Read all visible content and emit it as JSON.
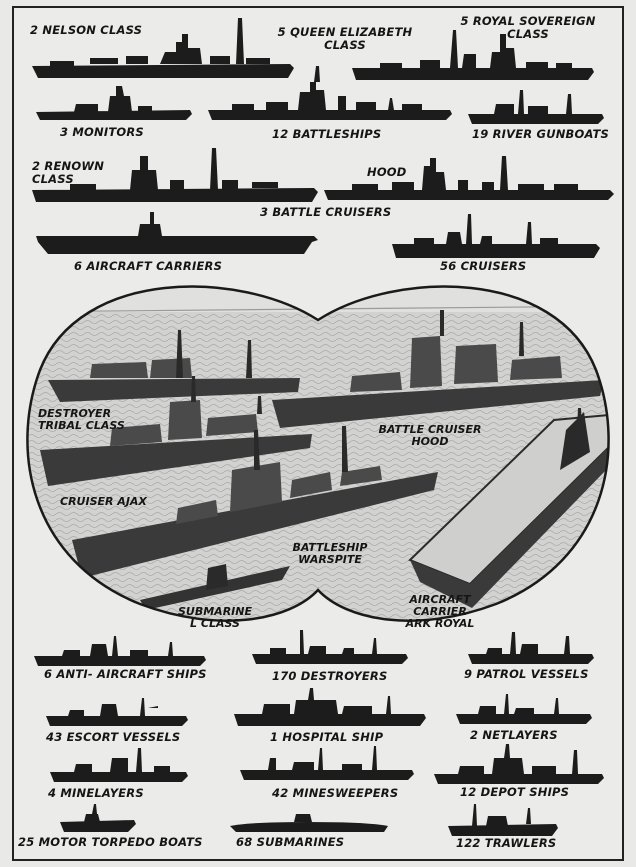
{
  "top_labels": {
    "nelson": "2 NELSON CLASS",
    "queen_elizabeth": [
      "5 QUEEN ELIZABETH",
      "CLASS"
    ],
    "royal_sovereign": [
      "5 ROYAL SOVEREIGN",
      "CLASS"
    ],
    "monitors": "3 MONITORS",
    "battleships": "12 BATTLESHIPS",
    "river_gunboats": "19 RIVER GUNBOATS",
    "renown": [
      "2 RENOWN",
      "CLASS"
    ],
    "hood": "HOOD",
    "battle_cruisers": "3 BATTLE CRUISERS",
    "aircraft_carriers": "6 AIRCRAFT CARRIERS",
    "cruisers": "56 CRUISERS"
  },
  "scene_labels": {
    "destroyer": [
      "DESTROYER",
      "TRIBAL CLASS"
    ],
    "battle_cruiser": [
      "BATTLE CRUISER",
      "HOOD"
    ],
    "cruiser_ajax": "CRUISER AJAX",
    "battleship": [
      "BATTLESHIP",
      "WARSPITE"
    ],
    "submarine": [
      "SUBMARINE",
      "L CLASS"
    ],
    "aircraft_carrier": [
      "AIRCRAFT",
      "CARRIER",
      "ARK ROYAL"
    ]
  },
  "bottom_labels": {
    "anti_aircraft": "6 ANTI- AIRCRAFT SHIPS",
    "destroyers": "170 DESTROYERS",
    "patrol": "9 PATROL VESSELS",
    "escort": "43 ESCORT VESSELS",
    "hospital": "1 HOSPITAL SHIP",
    "netlayers": "2 NETLAYERS",
    "minelayers": "4 MINELAYERS",
    "minesweepers": "42 MINESWEEPERS",
    "depot": "12 DEPOT SHIPS",
    "mtb": "25 MOTOR TORPEDO BOATS",
    "submarines": "68 SUBMARINES",
    "trawlers": "122 TRAWLERS"
  },
  "colors": {
    "silhouette": "#1c1c1c",
    "sea": "#d4d4d2",
    "sky": "#e4e4e2",
    "ink": "#151515"
  }
}
